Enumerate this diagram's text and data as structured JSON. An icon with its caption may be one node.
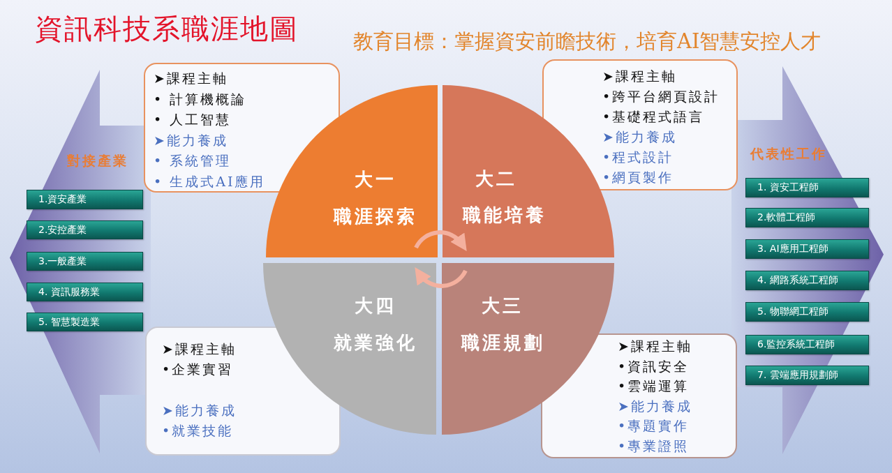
{
  "diagram": {
    "title": "資訊科技系職涯地圖",
    "nodes": [
      {
        "text": [
          "對接產業"
        ]
      },
      {
        "text": [
          "1.資安產業"
        ],
        "in": 0
      },
      {
        "text": [
          "2.安控產業"
        ],
        "in": 0
      },
      {
        "text": [
          "3.一般產業"
        ],
        "in": 0
      },
      {
        "text": [
          "4. 資訊服務業"
        ],
        "in": 0
      },
      {
        "text": [
          "5. 智慧製造業"
        ],
        "in": 0
      },
      {
        "text": [
          "➤課程主軸",
          "• 計算機概論",
          "• 人工智慧",
          "➤能力養成",
          "• 系統管理",
          "• 生成式AI應用"
        ]
      },
      {
        "text": [
          "➤課程主軸",
          "•跨平台網頁設計",
          "•基礎程式語言",
          "➤能力養成",
          "•程式設計",
          "•網頁製作"
        ]
      },
      {
        "text": [
          "大一",
          "職涯探索"
        ]
      },
      {
        "text": [
          "大二",
          "職能培養"
        ]
      },
      {
        "text": [
          "大三",
          "職涯規劃"
        ]
      },
      {
        "text": [
          "大四",
          "就業強化"
        ]
      },
      {
        "text": [
          "➤課程主軸",
          "•企業實習",
          "➤能力養成",
          "•就業技能"
        ]
      },
      {
        "text": [
          "➤課程主軸",
          "•資訊安全",
          "•雲端運算",
          "➤能力養成",
          "•專題實作",
          "•專業證照"
        ]
      },
      {
        "text": [
          "代表性工作"
        ]
      },
      {
        "text": [
          "1. 資安工程師"
        ],
        "in": 14
      },
      {
        "text": [
          "2.軟體工程師"
        ],
        "in": 14
      },
      {
        "text": [
          "3. AI應用工程師"
        ],
        "in": 14
      },
      {
        "text": [
          "4. 網路系統工程師"
        ],
        "in": 14
      },
      {
        "text": [
          "5. 物聯網工程師"
        ],
        "in": 14
      },
      {
        "text": [
          "6.監控系統工程師"
        ],
        "in": 14
      },
      {
        "text": [
          "7. 雲端應用規劃師"
        ],
        "in": 14
      }
    ],
    "edges": [
      {
        "from": 8,
        "to": 9,
        "arrow": "to"
      },
      {
        "from": 10,
        "to": 11,
        "arrow": "to"
      }
    ],
    "labels": [
      "教育目標：掌握資安前瞻技術，培育AI智慧安控人才"
    ]
  }
}
